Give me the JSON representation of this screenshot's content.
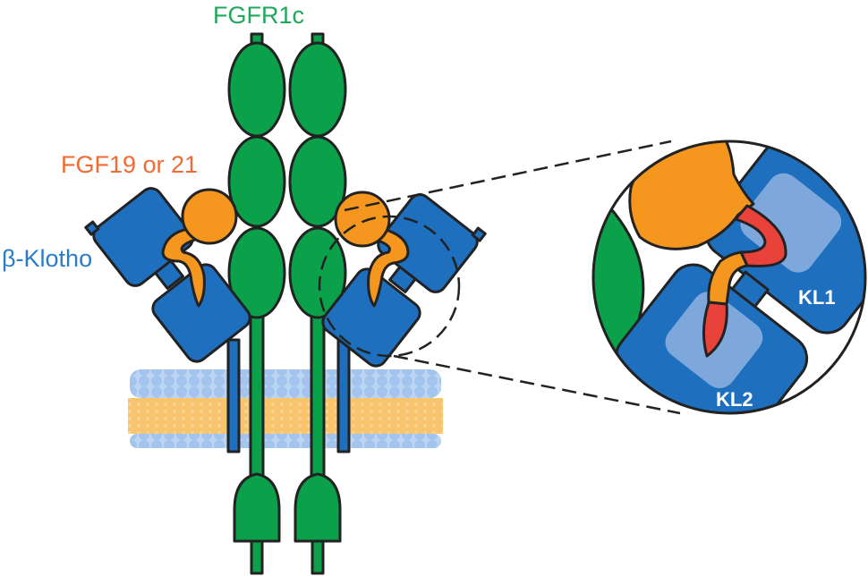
{
  "labels": {
    "receptor": "FGFR1c",
    "ligand": "FGF19 or 21",
    "coreceptor": "β-Klotho",
    "domain1": "KL1",
    "domain2": "KL2"
  },
  "colors": {
    "receptor": "#0aa14a",
    "ligand": "#f5961e",
    "coreceptor": "#1f6fbf",
    "coreceptor_highlight": "#7ea8dc",
    "binding_region": "#e8423a",
    "membrane_head": "#a9c8ee",
    "membrane_tail": "#f9c36b",
    "receptor_label": "#1da85a",
    "ligand_label": "#f06a34",
    "coreceptor_label": "#2a7cc7",
    "outline": "#222222"
  }
}
